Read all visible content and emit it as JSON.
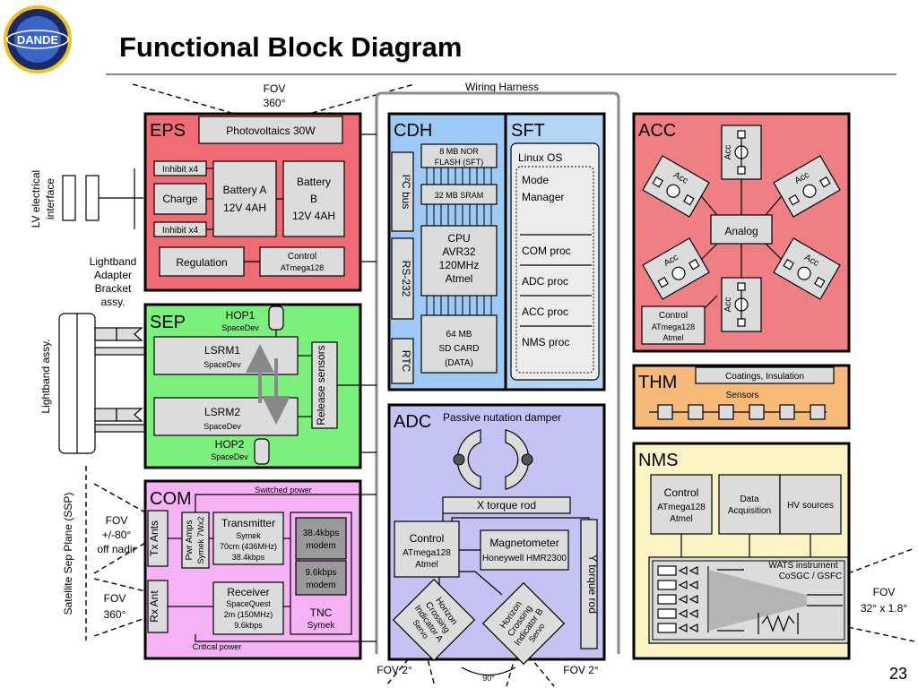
{
  "title": "Functional Block Diagram",
  "page_number": "23",
  "logo_text": "DANDE",
  "colors": {
    "eps": "#f06b73",
    "sep": "#7cf07c",
    "com": "#f5b3f5",
    "cdh": "#9ecbf5",
    "sft": "#b3d6f7",
    "adc": "#c5c3f3",
    "acc": "#f07f85",
    "thm": "#f7ba78",
    "nms": "#fcf3c4"
  },
  "harness": {
    "label": "Wiring Harness"
  },
  "fov": {
    "top_line1": "FOV",
    "top_line2": "360°",
    "left_line1": "FOV",
    "left_line2": "+/-80°",
    "left_line3": "off nadir",
    "com_line1": "FOV",
    "com_line2": "360°",
    "bottom_a": "FOV  2°",
    "bottom_b": "FOV  2°",
    "angle": "90°",
    "right_line1": "FOV",
    "right_line2": "32° x 1.8°"
  },
  "left_labels": {
    "lv_line1": "LV electrical",
    "lv_line2": "interface",
    "lb_line1": "Lightband",
    "lb_line2": "Adapter",
    "lb_line3": "Bracket",
    "lb_line4": "assy.",
    "lightband_assy": "Lightband assy.",
    "ssp": "Satellite Sep Plane (SSP)"
  },
  "eps": {
    "title": "EPS",
    "pv": "Photovoltaics 30W",
    "inhibit1": "Inhibit x4",
    "charge": "Charge",
    "inhibit2": "Inhibit x4",
    "batt_a1": "Battery A",
    "batt_a2": "12V 4AH",
    "batt_b1": "Battery",
    "batt_b2": "B",
    "batt_b3": "12V 4AH",
    "regulation": "Regulation",
    "ctrl1": "Control",
    "ctrl2": "ATmega128"
  },
  "sep": {
    "title": "SEP",
    "hop1": "HOP1",
    "hop1_sub": "SpaceDev",
    "lsrm1": "LSRM1",
    "lsrm1_sub": "SpaceDev",
    "lsrm2": "LSRM2",
    "lsrm2_sub": "SpaceDev",
    "hop2": "HOP2",
    "hop2_sub": "SpaceDev",
    "release": "Release sensors"
  },
  "com": {
    "title": "COM",
    "switched": "Switched power",
    "critical": "Critical power",
    "tx_ants": "Tx Ants",
    "rx_ant": "Rx Ant",
    "pwr_amps": "Pwr Amps",
    "pwr_sub": "Symek 7Wx2",
    "tx1": "Transmitter",
    "tx2": "Symek",
    "tx3": "70cm (436MHz)",
    "tx4": "38.4kbps",
    "m1a": "38.4kbps",
    "m1b": "modem",
    "m2a": "9.6kbps",
    "m2b": "modem",
    "rx1": "Receiver",
    "rx2": "SpaceQuest",
    "rx3": "2m (150MHz)",
    "rx4": "9.6kbps",
    "tnc1": "TNC",
    "tnc2": "Symek"
  },
  "cdh": {
    "title": "CDH",
    "i2c": "I²C bus",
    "rs232": "RS-232",
    "rtc": "RTC",
    "nor1": "8 MB NOR",
    "nor2": "FLASH  (SFT)",
    "sram": "32 MB SRAM",
    "cpu1": "CPU",
    "cpu2": "AVR32",
    "cpu3": "120MHz",
    "cpu4": "Atmel",
    "sd1": "64 MB",
    "sd2": "SD CARD",
    "sd3": "(DATA)"
  },
  "sft": {
    "title": "SFT",
    "os": "Linux OS",
    "mode1": "Mode",
    "mode2": "Manager",
    "procs": [
      "COM proc",
      "ADC proc",
      "ACC proc",
      "NMS proc"
    ]
  },
  "adc": {
    "title": "ADC",
    "damper": "Passive nutation damper",
    "xrod": "X torque rod",
    "ctrl1": "Control",
    "ctrl2": "ATmega128",
    "ctrl3": "Atmel",
    "mag1": "Magnetometer",
    "mag2": "Honeywell HMR2300",
    "yrod": "Y torque rod",
    "hca1": "Horizon",
    "hca2": "Crossing",
    "hca3": "Indicator A",
    "hca4": "Servo",
    "hcb1": "Horizon",
    "hcb2": "Crossing",
    "hcb3": "Indicator B",
    "hcb4": "Servo"
  },
  "acc": {
    "title": "ACC",
    "acc_label": "Acc",
    "analog": "Analog",
    "ctrl1": "Control",
    "ctrl2": "ATmega128",
    "ctrl3": "Atmel"
  },
  "thm": {
    "title": "THM",
    "coatings": "Coatings, Insulation",
    "sensors": "Sensors"
  },
  "nms": {
    "title": "NMS",
    "ctrl1": "Control",
    "ctrl2": "ATmega128",
    "ctrl3": "Atmel",
    "daq1": "Data",
    "daq2": "Acquisition",
    "hv": "HV sources",
    "wats1": "WATS instrument",
    "wats2": "CoSGC / GSFC"
  }
}
